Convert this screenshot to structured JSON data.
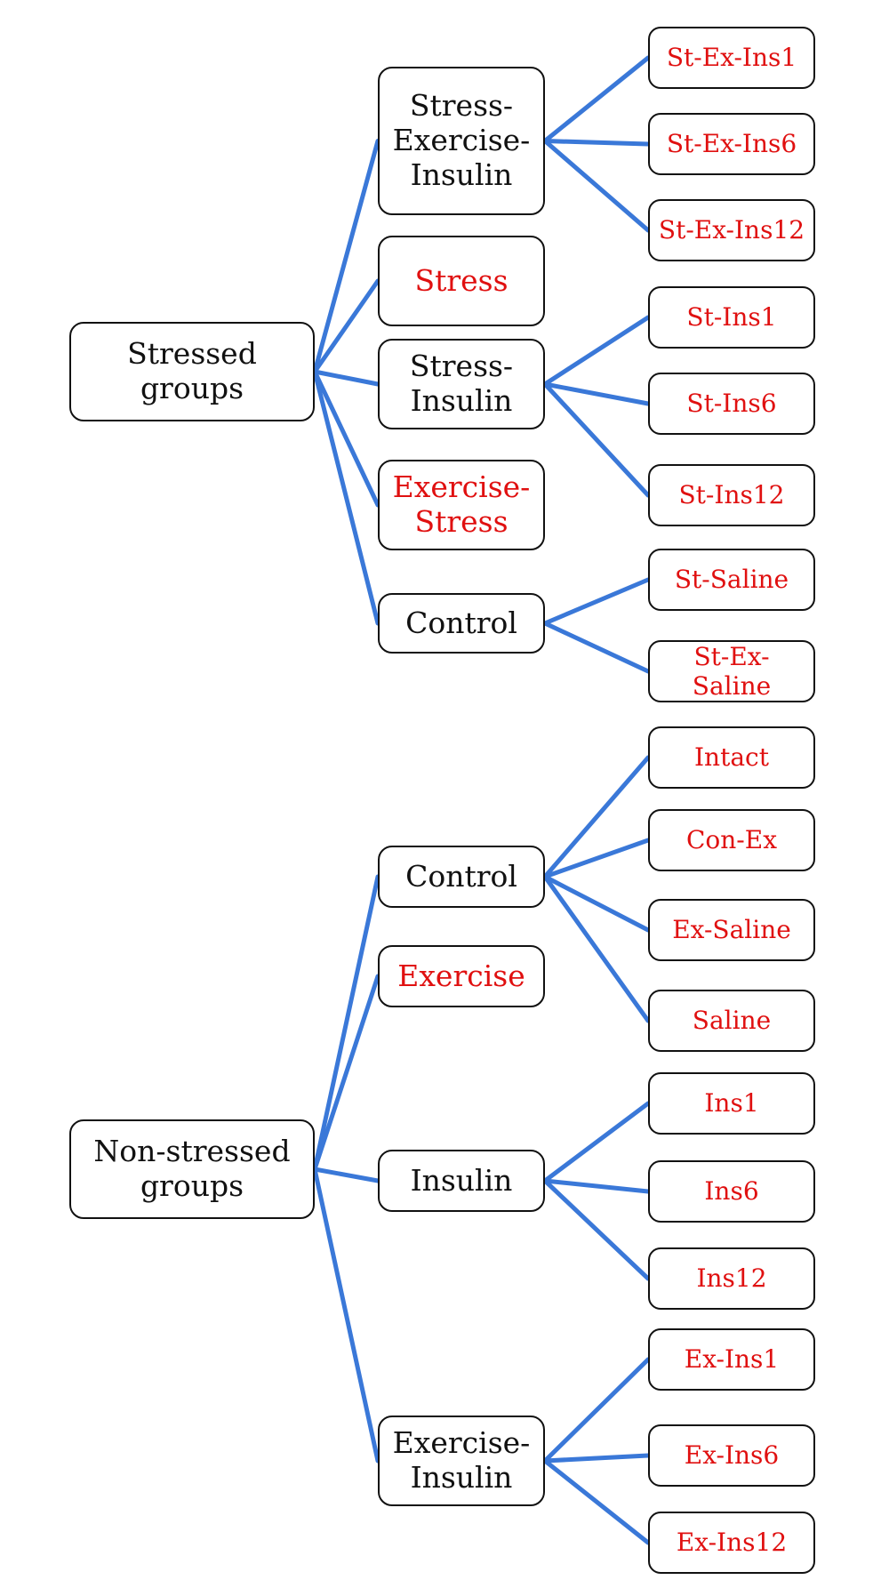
{
  "colors": {
    "edge": "#3a78d8",
    "border": "#111111",
    "label_black": "#111111",
    "label_red": "#e01010"
  },
  "roots": [
    {
      "id": "stressed",
      "label": "Stressed\ngroups",
      "children": [
        {
          "id": "stress-exercise-insulin",
          "label": "Stress-\nExercise-\nInsulin",
          "color": "black",
          "leaves": [
            "St-Ex-Ins1",
            "St-Ex-Ins6",
            "St-Ex-Ins12"
          ]
        },
        {
          "id": "stress",
          "label": "Stress",
          "color": "red",
          "leaves": []
        },
        {
          "id": "stress-insulin",
          "label": "Stress-\nInsulin",
          "color": "black",
          "leaves": [
            "St-Ins1",
            "St-Ins6",
            "St-Ins12"
          ]
        },
        {
          "id": "exercise-stress",
          "label": "Exercise-\nStress",
          "color": "red",
          "leaves": []
        },
        {
          "id": "control-stressed",
          "label": "Control",
          "color": "black",
          "leaves": [
            "St-Saline",
            "St-Ex-Saline"
          ]
        }
      ]
    },
    {
      "id": "non-stressed",
      "label": "Non-stressed\ngroups",
      "children": [
        {
          "id": "control-non-stressed",
          "label": "Control",
          "color": "black",
          "leaves": [
            "Intact",
            "Con-Ex",
            "Ex-Saline",
            "Saline"
          ]
        },
        {
          "id": "exercise",
          "label": "Exercise",
          "color": "red",
          "leaves": []
        },
        {
          "id": "insulin",
          "label": "Insulin",
          "color": "black",
          "leaves": [
            "Ins1",
            "Ins6",
            "Ins12"
          ]
        },
        {
          "id": "exercise-insulin",
          "label": "Exercise-\nInsulin",
          "color": "black",
          "leaves": [
            "Ex-Ins1",
            "Ex-Ins6",
            "Ex-Ins12"
          ]
        }
      ]
    }
  ]
}
